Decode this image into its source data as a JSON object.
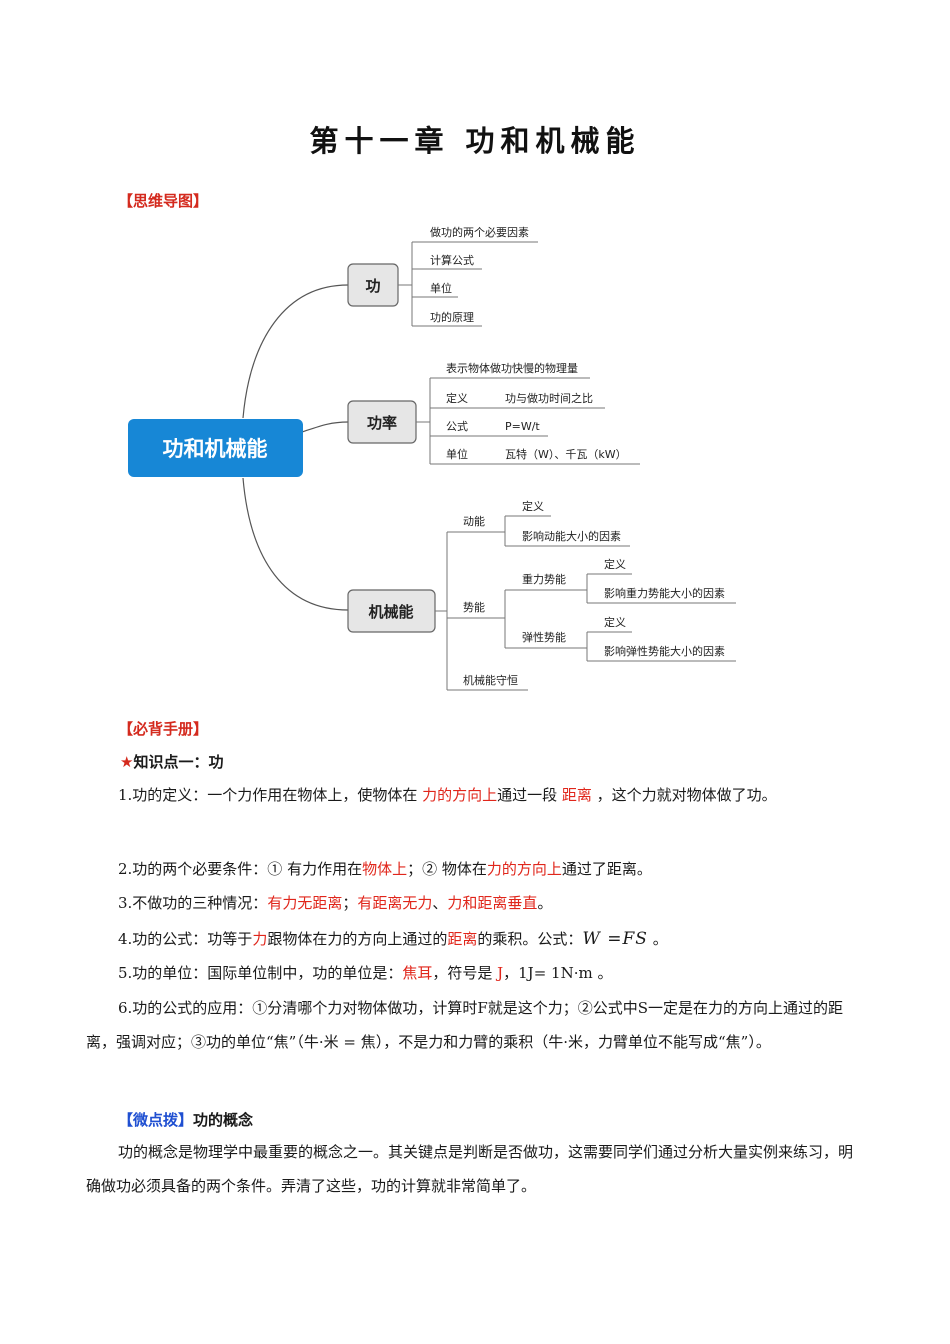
{
  "title": "第十一章  功和机械能",
  "section_mindmap": "【思维导图】",
  "mindmap": {
    "root": "功和机械能",
    "nodes": {
      "gong": "功",
      "gonglv": "功率",
      "jixieneng": "机械能"
    },
    "gong_items": [
      "做功的两个必要因素",
      "计算公式",
      "单位",
      "功的原理"
    ],
    "gonglv_top": "表示物体做功快慢的物理量",
    "gonglv_rows": [
      {
        "label": "定义",
        "value": "功与做功时间之比"
      },
      {
        "label": "公式",
        "value": "P=W/t"
      },
      {
        "label": "单位",
        "value": "瓦特（W）、千瓦（kW）"
      }
    ],
    "jx": {
      "dongneng": "动能",
      "dongneng_items": [
        "定义",
        "影响动能大小的因素"
      ],
      "shineng": "势能",
      "zhongli": "重力势能",
      "zhongli_items": [
        "定义",
        "影响重力势能大小的因素"
      ],
      "tanxing": "弹性势能",
      "tanxing_items": [
        "定义",
        "影响弹性势能大小的因素"
      ],
      "shouheng": "机械能守恒"
    }
  },
  "section_handbook": "【必背手册】",
  "kp1": {
    "star": "★",
    "label": "知识点一：功"
  },
  "p1": {
    "a": "1.功的定义：一个力作用在物体上，使物体在 ",
    "b": "力的方向上",
    "c": "通过一段 ",
    "d": "距离",
    "e": "  ，这个力就对物体做了功。"
  },
  "p2": {
    "a": "2.功的两个必要条件：① 有力作用在",
    "b": "物体上",
    "c": "；② 物体在",
    "d": "力的方向上",
    "e": "通过了距离。"
  },
  "p3": {
    "a": "3.不做功的三种情况：",
    "b": "有力无距离",
    "c": "；",
    "d": "有距离无力",
    "e": "、",
    "f": "力和距离垂直",
    "g": "。"
  },
  "p4": {
    "a": "4.功的公式：功等于",
    "b": "力",
    "c": "跟物体在力的方向上通过的",
    "d": "距离",
    "e": "的乘积。公式：",
    "formula": "W =FS",
    "f": " 。"
  },
  "p5": {
    "a": "5.功的单位：国际单位制中，功的单位是：",
    "b": "焦耳",
    "c": "，符号是 ",
    "d": "J",
    "e": "，1J= 1N·m 。"
  },
  "p6": "6.功的公式的应用：①分清哪个力对物体做功，计算时F就是这个力；②公式中S一定是在力的方向上通过的距离，强调对应；③功的单位“焦”（牛·米 = 焦），不是力和力臂的乘积（牛·米，力臂单位不能写成“焦”）。",
  "wei": {
    "tag": "【微点拨】",
    "label": "功的概念"
  },
  "p7": "功的概念是物理学中最重要的概念之一。其关键点是判断是否做功，这需要同学们通过分析大量实例来练习，明确做功必须具备的两个条件。弄清了这些，功的计算就非常简单了。",
  "colors": {
    "accent_red": "#e0261b",
    "heading_red": "#d42a1e",
    "link_blue": "#1f4fd1",
    "root_blue": "#1787d6",
    "node_grey": "#e6e6e6"
  }
}
